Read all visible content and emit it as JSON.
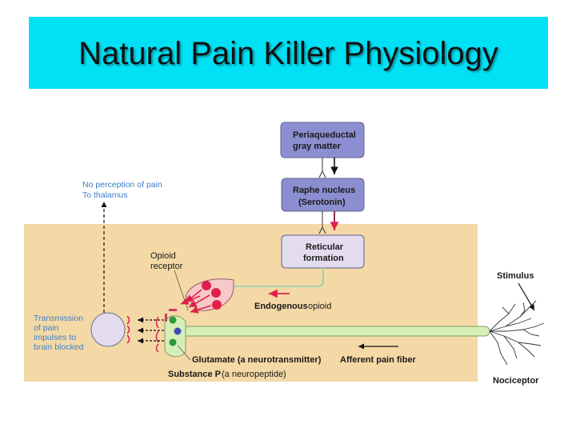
{
  "title": "Natural Pain Killer Physiology",
  "boxes": {
    "pag": [
      "Periaqueductal",
      "gray matter"
    ],
    "raphe": [
      "Raphe nucleus",
      "(Serotonin)"
    ],
    "reticular": [
      "Reticular",
      "formation"
    ]
  },
  "labels": {
    "no_perception": [
      "No perception of pain",
      "To thalamus"
    ],
    "transmission": [
      "Transmission",
      "of pain",
      "impulses to",
      "brain blocked"
    ],
    "opioid_receptor": [
      "Opioid",
      "receptor"
    ],
    "endogenous": "Endogenous",
    "opioid": "opioid",
    "glutamate": "Glutamate (a neurotransmitter)",
    "substance_p": "Substance P",
    "neuropeptide": "(a neuropeptide)",
    "afferent": "Afferent pain fiber",
    "stimulus": "Stimulus",
    "nociceptor": "Nociceptor"
  },
  "colors": {
    "title_bg": "#00e1f6",
    "box_fill": "#8b8ed0",
    "reticular_fill": "#e3dcef",
    "band": "#f4d9a6",
    "fiber": "#d6efb8",
    "opioid_red": "#e0204a",
    "transmission_blue": "#3d7fcb"
  }
}
